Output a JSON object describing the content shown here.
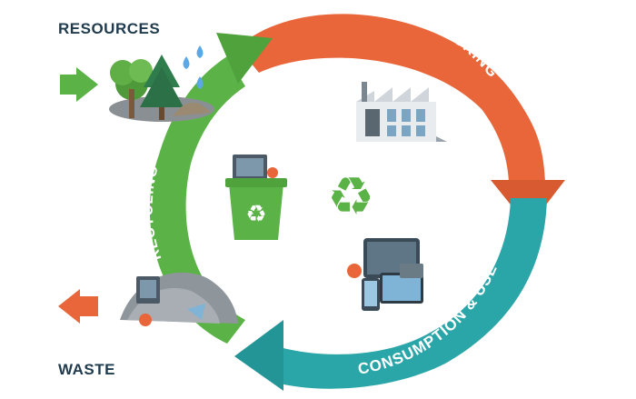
{
  "labels": {
    "resources": "RESOURCES",
    "waste": "WASTE"
  },
  "cycle": {
    "manufacturing": "MANUFACTURING",
    "consumption": "CONSUMPTION & USE",
    "recycling": "RECYCLING"
  },
  "colors": {
    "manufacturing": "#e8663a",
    "consumption": "#2aa6a8",
    "recycling": "#5bb347",
    "resources_arrow": "#5bb347",
    "waste_arrow": "#e8663a",
    "text_dark": "#1f3b4d",
    "recycle_symbol": "#5bb347"
  },
  "icons": {
    "resources": "trees-and-water-drops-icon",
    "manufacturing": "factory-icon",
    "consumption": "electronic-devices-icon",
    "recycling": "recycling-bin-icon",
    "waste": "waste-pile-icon",
    "center": "recycle-symbol-icon"
  }
}
